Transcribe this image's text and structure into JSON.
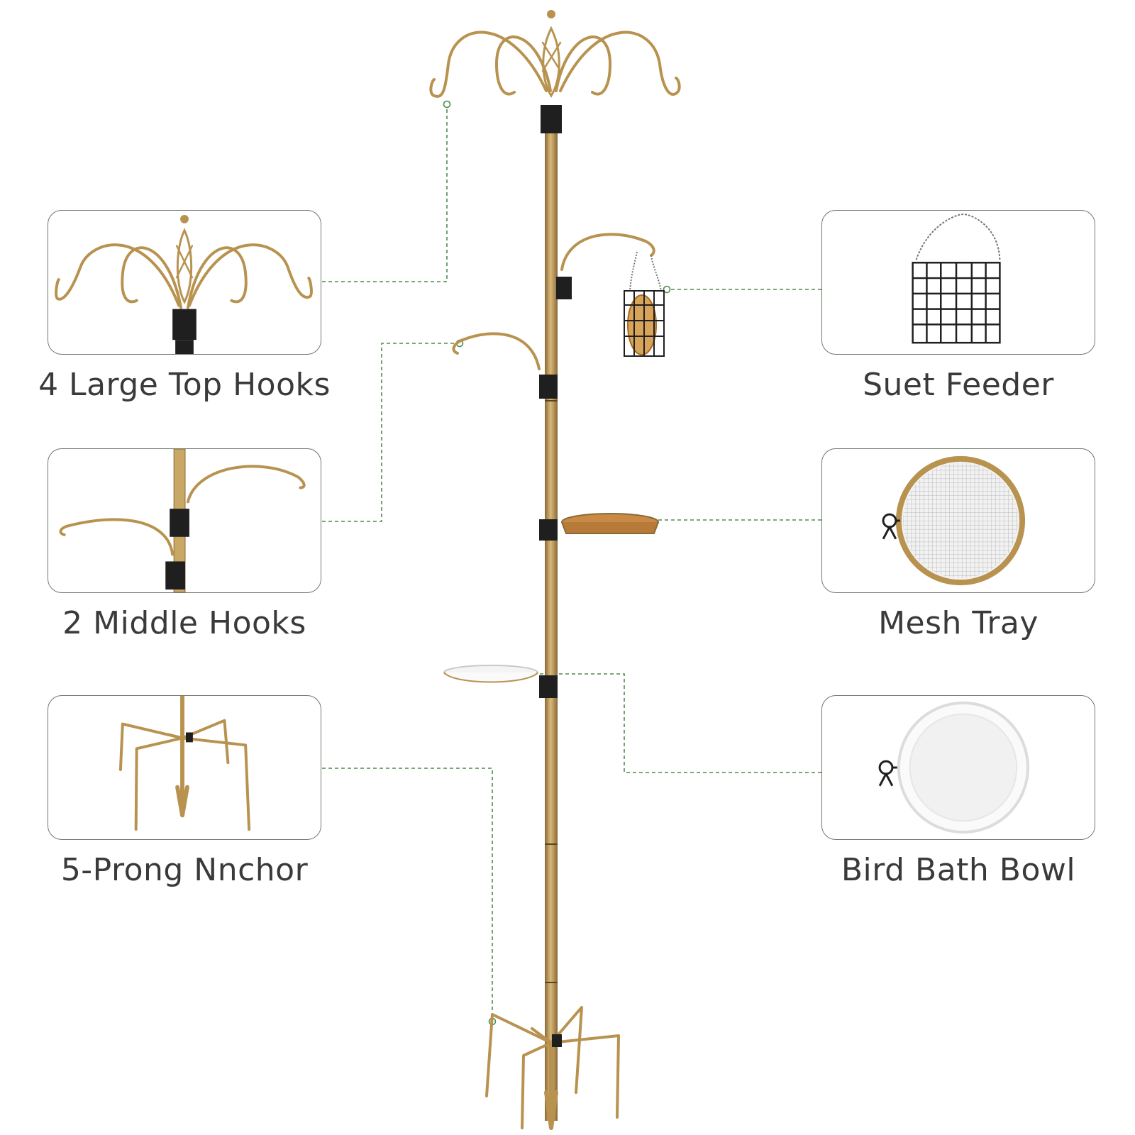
{
  "colors": {
    "gold": "#b8924f",
    "gold_dark": "#8a6a34",
    "black": "#1f1f1f",
    "leader": "#4f8a4f",
    "card_border": "#6e7a6a"
  },
  "parts": {
    "top_hooks": {
      "label": "4 Large Top Hooks"
    },
    "middle_hooks": {
      "label": "2 Middle Hooks"
    },
    "anchor": {
      "label": "5-Prong Nnchor"
    },
    "suet_feeder": {
      "label": "Suet Feeder"
    },
    "mesh_tray": {
      "label": "Mesh Tray"
    },
    "bird_bath": {
      "label": "Bird Bath Bowl"
    }
  }
}
